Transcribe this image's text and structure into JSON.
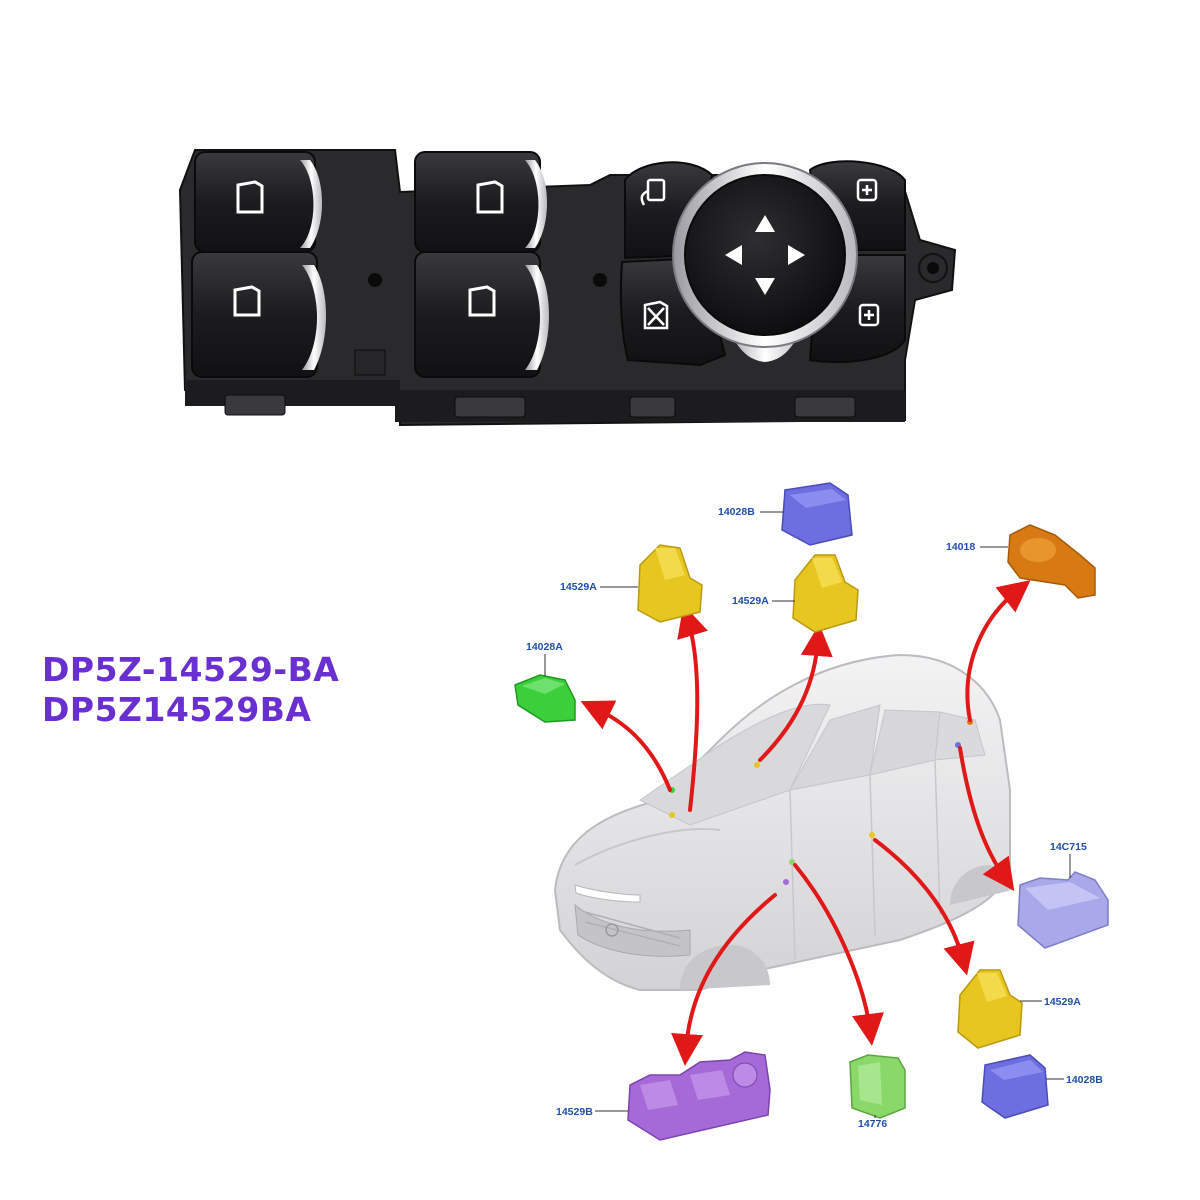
{
  "part_numbers": [
    "DP5Z-14529-BA",
    "DP5Z14529BA"
  ],
  "callouts": {
    "c_14028B_top": "14028B",
    "c_14018": "14018",
    "c_14529A_left": "14529A",
    "c_14529A_mid": "14529A",
    "c_14028A": "14028A",
    "c_14C715": "14C715",
    "c_14529A_right": "14529A",
    "c_14028B_bottom": "14028B",
    "c_14529B": "14529B",
    "c_14776": "14776"
  },
  "colors": {
    "part_number_text": "#6a2fd0",
    "callout_text": "#1f4fa8",
    "arrow": "#e01818",
    "switch_body": "#1e1e20",
    "chrome": "#e6e6ea",
    "yellow_part": "#e8c620",
    "blue_part": "#6d6ee0",
    "orange_part": "#d77a14",
    "green_part": "#3ccf3c",
    "lavender_part": "#a9a8ea",
    "purple_part": "#a66ad8",
    "lightgreen_part": "#8ad86a",
    "car_body": "#e4e4e6"
  },
  "icons": {
    "window_switch": "window-icon",
    "mirror_joystick": "mirror-joystick-icon",
    "lock": "lock-icon",
    "child_lock": "child-lock-icon",
    "fold": "fold-icon"
  }
}
